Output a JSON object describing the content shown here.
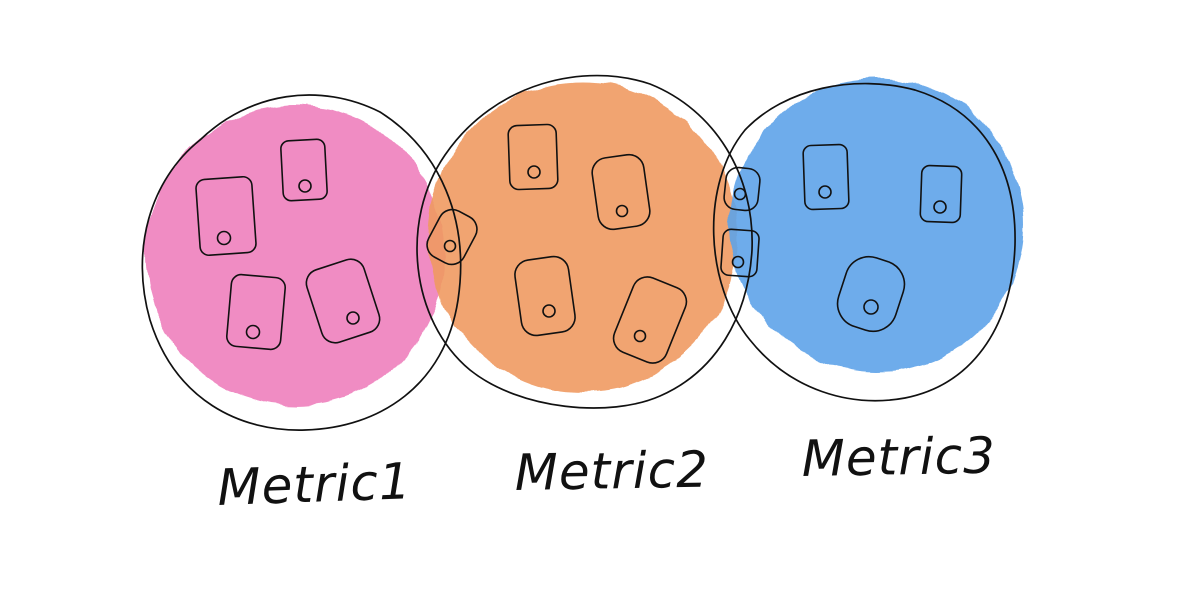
{
  "diagram": {
    "sets": [
      {
        "id": "metric1",
        "label": "Metric1",
        "fill_color": "#ee7fbd",
        "member_count": 4
      },
      {
        "id": "metric2",
        "label": "Metric2",
        "fill_color": "#ef9a62",
        "member_count": 4
      },
      {
        "id": "metric3",
        "label": "Metric3",
        "fill_color": "#5ea3e9",
        "member_count": 3
      }
    ],
    "overlaps": [
      {
        "sets": [
          "metric1",
          "metric2"
        ],
        "member_count": 1
      },
      {
        "sets": [
          "metric2",
          "metric3"
        ],
        "member_count": 2
      }
    ],
    "outline_color": "#111111",
    "background": "#ffffff"
  }
}
